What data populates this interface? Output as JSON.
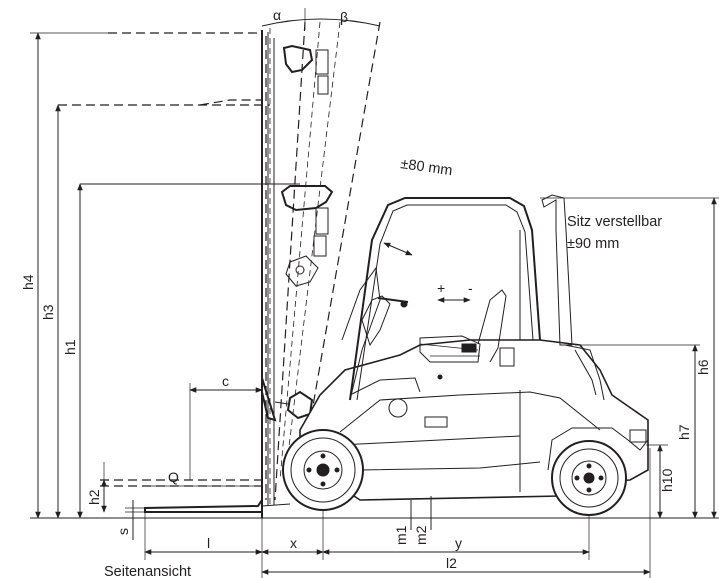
{
  "caption": "Seitenansicht",
  "notes": {
    "tilt_range": "±80 mm",
    "seat_line1": "Sitz verstellbar",
    "seat_line2": "±90 mm"
  },
  "dimensions": {
    "alpha": "α",
    "beta": "β",
    "h4": "h4",
    "h3": "h3",
    "h1": "h1",
    "h2": "h2",
    "h6": "h6",
    "h7": "h7",
    "h10": "h10",
    "c": "c",
    "q": "Q",
    "s": "s",
    "l": "l",
    "x": "x",
    "m1": "m1",
    "m2": "m2",
    "y": "y",
    "l2": "l2"
  }
}
